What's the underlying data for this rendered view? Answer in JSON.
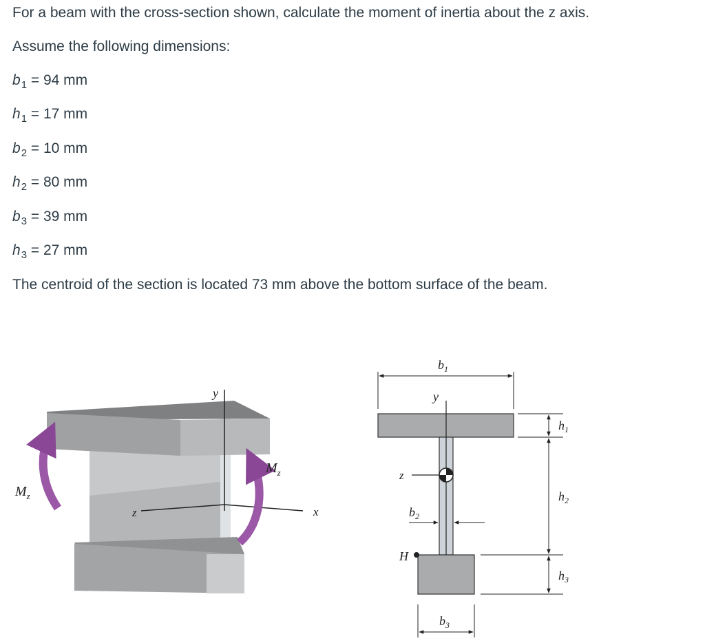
{
  "problem": {
    "intro": "For a beam with the cross-section shown, calculate the moment of inertia about the z axis.",
    "assume": "Assume the following dimensions:",
    "dimensions": [
      {
        "sym": "b",
        "sub": "1",
        "value": "= 94 mm"
      },
      {
        "sym": "h",
        "sub": "1",
        "value": "= 17 mm"
      },
      {
        "sym": "b",
        "sub": "2",
        "value": "= 10 mm"
      },
      {
        "sym": "h",
        "sub": "2",
        "value": "= 80 mm"
      },
      {
        "sym": "b",
        "sub": "3",
        "value": "= 39 mm"
      },
      {
        "sym": "h",
        "sub": "3",
        "value": "= 27 mm"
      }
    ],
    "centroid": "The centroid of the section is located 73 mm above the bottom surface of the beam."
  },
  "figure": {
    "left": {
      "y": "y",
      "z": "z",
      "x": "x",
      "moment": "M",
      "moment_sub": "z"
    },
    "right": {
      "y": "y",
      "z": "z",
      "H": "H",
      "b1": "b",
      "b1_sub": "1",
      "b2": "b",
      "b2_sub": "2",
      "b3": "b",
      "b3_sub": "3",
      "h1": "h",
      "h1_sub": "1",
      "h2": "h",
      "h2_sub": "2",
      "h3": "h",
      "h3_sub": "3"
    },
    "colors": {
      "flange": "#a9abad",
      "web": "#cdd3d8",
      "moment_arrow": "#9b58a6",
      "outline": "#333333"
    }
  }
}
